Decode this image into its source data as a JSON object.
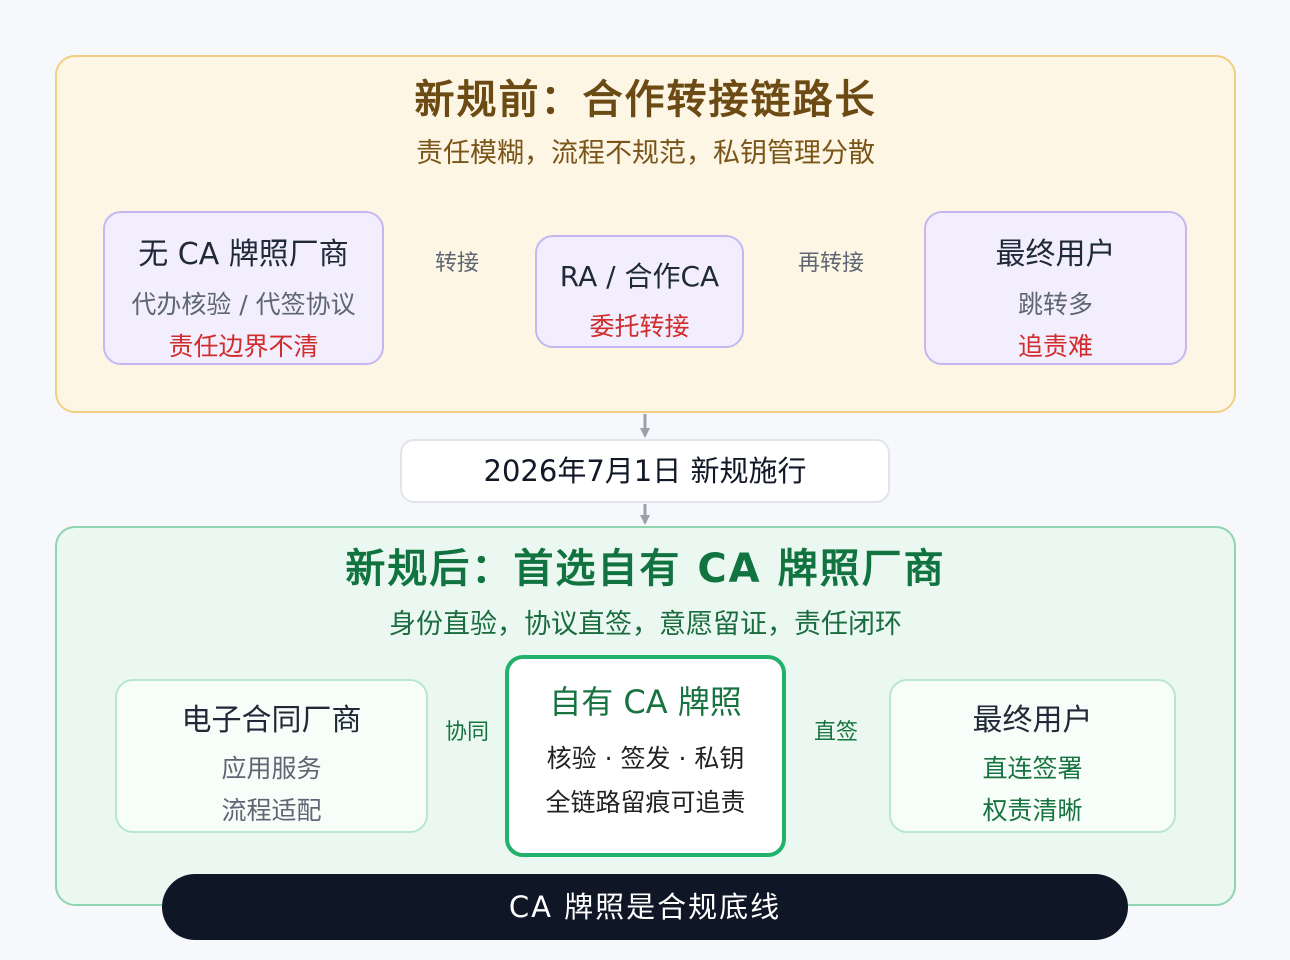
{
  "before": {
    "title": "新规前：合作转接链路长",
    "subtitle": "责任模糊，流程不规范，私钥管理分散",
    "nodes": {
      "noca": {
        "title": "无 CA 牌照厂商",
        "line1": "代办核验 / 代签协议",
        "line2": "责任边界不清"
      },
      "ra": {
        "title": "RA / 合作CA",
        "line1": "委托转接"
      },
      "user": {
        "title": "最终用户",
        "line1": "跳转多",
        "line2": "追责难"
      }
    },
    "edges": {
      "first": "转接",
      "second": "再转接"
    }
  },
  "milestone": "2026年7月1日 新规施行",
  "after": {
    "title": "新规后：首选自有 CA 牌照厂商",
    "subtitle": "身份直验，协议直签，意愿留证，责任闭环",
    "nodes": {
      "vendor": {
        "title": "电子合同厂商",
        "line1": "应用服务",
        "line2": "流程适配"
      },
      "ownca": {
        "title": "自有 CA 牌照",
        "line1": "核验 · 签发 · 私钥",
        "line2": "全链路留痕可追责"
      },
      "user": {
        "title": "最终用户",
        "line1": "直连签署",
        "line2": "权责清晰"
      }
    },
    "edges": {
      "first": "协同",
      "second": "直签"
    }
  },
  "banner": "CA 牌照是合规底线",
  "colors": {
    "before_bg": "#fdf6e4",
    "after_bg": "#eaf8f1",
    "accent_red": "#d12c2c",
    "accent_green": "#22b16a",
    "banner_bg": "#0f1727"
  }
}
